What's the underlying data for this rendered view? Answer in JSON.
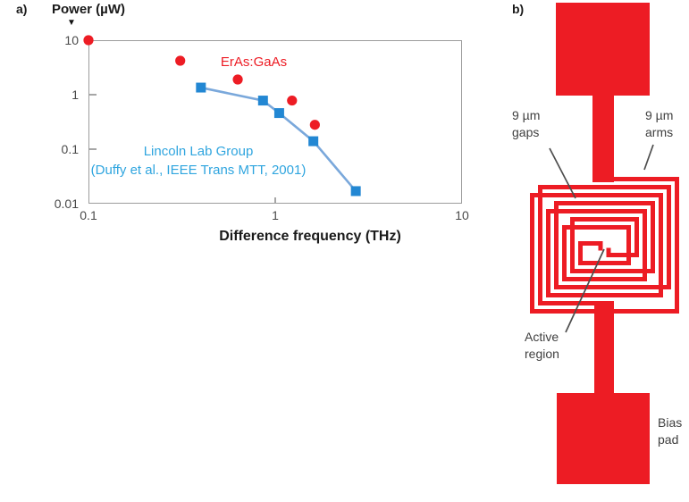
{
  "figure": {
    "panel_a": {
      "label": "a)",
      "y_axis_title": "Power (µW)",
      "x_axis_title": "Difference frequency (THz)",
      "series_label_red": "ErAs:GaAs",
      "series_label_blue_line1": "Lincoln Lab Group",
      "series_label_blue_line2": "(Duffy et al., IEEE Trans MTT, 2001)"
    },
    "panel_b": {
      "label": "b)",
      "gaps_label": "9 µm\ngaps",
      "arms_label": "9 µm\narms",
      "active_region_label": "Active\nregion",
      "bias_pad_label": "Bias\npad"
    }
  },
  "icons": {
    "y_axis_arrow": "▼"
  },
  "chart_data": {
    "type": "scatter",
    "title": "",
    "xlabel": "Difference frequency (THz)",
    "ylabel": "Power (µW)",
    "xscale": "log",
    "yscale": "log",
    "xlim": [
      0.1,
      10
    ],
    "ylim": [
      0.01,
      10
    ],
    "grid": false,
    "legend_position": "inline-annotations",
    "x_tick_labels": [
      "0.1",
      "1",
      "10"
    ],
    "y_tick_labels": [
      "10",
      "1",
      "0.1",
      "0.01"
    ],
    "series": [
      {
        "name": "ErAs:GaAs",
        "marker": "circle",
        "connect": false,
        "color": "#ED1C24",
        "points": [
          [
            0.1,
            10
          ],
          [
            0.31,
            4.2
          ],
          [
            0.63,
            1.9
          ],
          [
            1.23,
            0.78
          ],
          [
            1.63,
            0.28
          ]
        ]
      },
      {
        "name": "Lincoln Lab Group (Duffy et al., IEEE Trans MTT, 2001)",
        "marker": "square",
        "connect": true,
        "color": "#2287D3",
        "line_color": "#7AA8DB",
        "points": [
          [
            0.4,
            1.35
          ],
          [
            0.86,
            0.78
          ],
          [
            1.05,
            0.46
          ],
          [
            1.6,
            0.14
          ],
          [
            2.7,
            0.017
          ]
        ]
      }
    ]
  },
  "colors": {
    "red": "#ED1C24",
    "blue_marker": "#2287D3",
    "blue_line": "#7AA8DB",
    "blue_text": "#2FA5DF",
    "axis": "#9c9c9c",
    "leader": "#4d4d4d"
  }
}
